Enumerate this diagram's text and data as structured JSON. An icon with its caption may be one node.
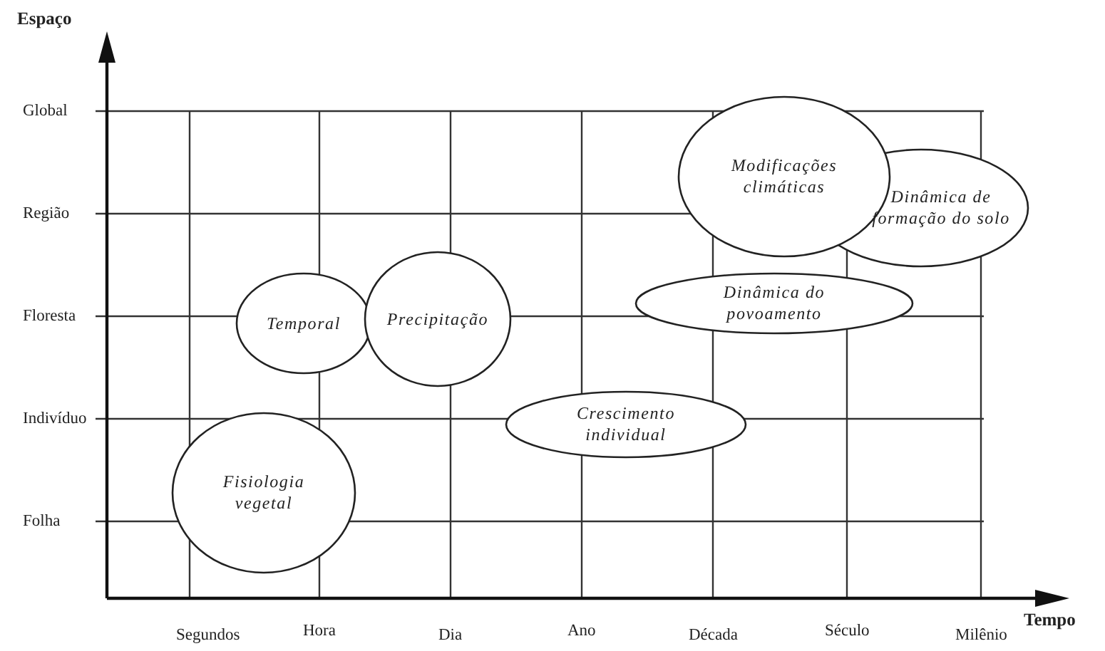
{
  "diagram": {
    "nodes": [
      {
        "text": [
          "Modificações climáticas"
        ]
      },
      {
        "text": [
          "Dinâmica de formação do solo"
        ]
      },
      {
        "text": [
          "Temporal"
        ]
      },
      {
        "text": [
          "Precipitação"
        ]
      },
      {
        "text": [
          "Dinâmica do povoamento"
        ]
      },
      {
        "text": [
          "Crescimento individual"
        ]
      },
      {
        "text": [
          "Fisiologia vegetal"
        ]
      }
    ],
    "edges": [],
    "labels": [
      "Espaço",
      "Global",
      "Região",
      "Floresta",
      "Indivíduo",
      "Folha",
      "Segundos",
      "Hora",
      "Dia",
      "Ano",
      "Década",
      "Século",
      "Milênio",
      "Tempo"
    ]
  }
}
